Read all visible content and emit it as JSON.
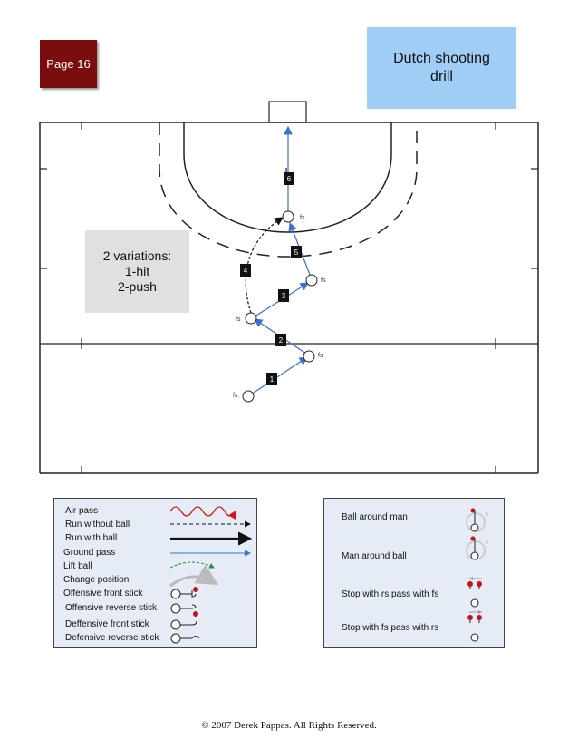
{
  "page_label": "Page 16",
  "title": {
    "line1": "Dutch shooting",
    "line2": "drill"
  },
  "variations": {
    "line1": "2 variations:",
    "line2": "1-hit",
    "line3": "2-push"
  },
  "players": [
    {
      "label": "fs"
    },
    {
      "label": "fs"
    },
    {
      "label": "fs"
    },
    {
      "label": "fs"
    },
    {
      "label": "fs"
    }
  ],
  "sequence_numbers": [
    "1",
    "2",
    "3",
    "4",
    "5",
    "6"
  ],
  "legend_left": [
    "Air pass",
    "Run without ball",
    "Run with ball",
    "Ground pass",
    "Lift ball",
    "Change position",
    "Offensive front stick",
    "Offensive reverse stick",
    "Deffensive front stick",
    "Defensive reverse stick"
  ],
  "legend_right": [
    "Ball around man",
    "Man around ball",
    "Stop with rs pass with fs",
    "Stop with fs pass with rs"
  ],
  "colors": {
    "page_badge": "#7a0d0d",
    "title_box": "#9fcdf5",
    "pass_arrow": "#3a6fd8",
    "ball": "#c0141a"
  },
  "copyright": "© 2007 Derek Pappas. All Rights Reserved."
}
